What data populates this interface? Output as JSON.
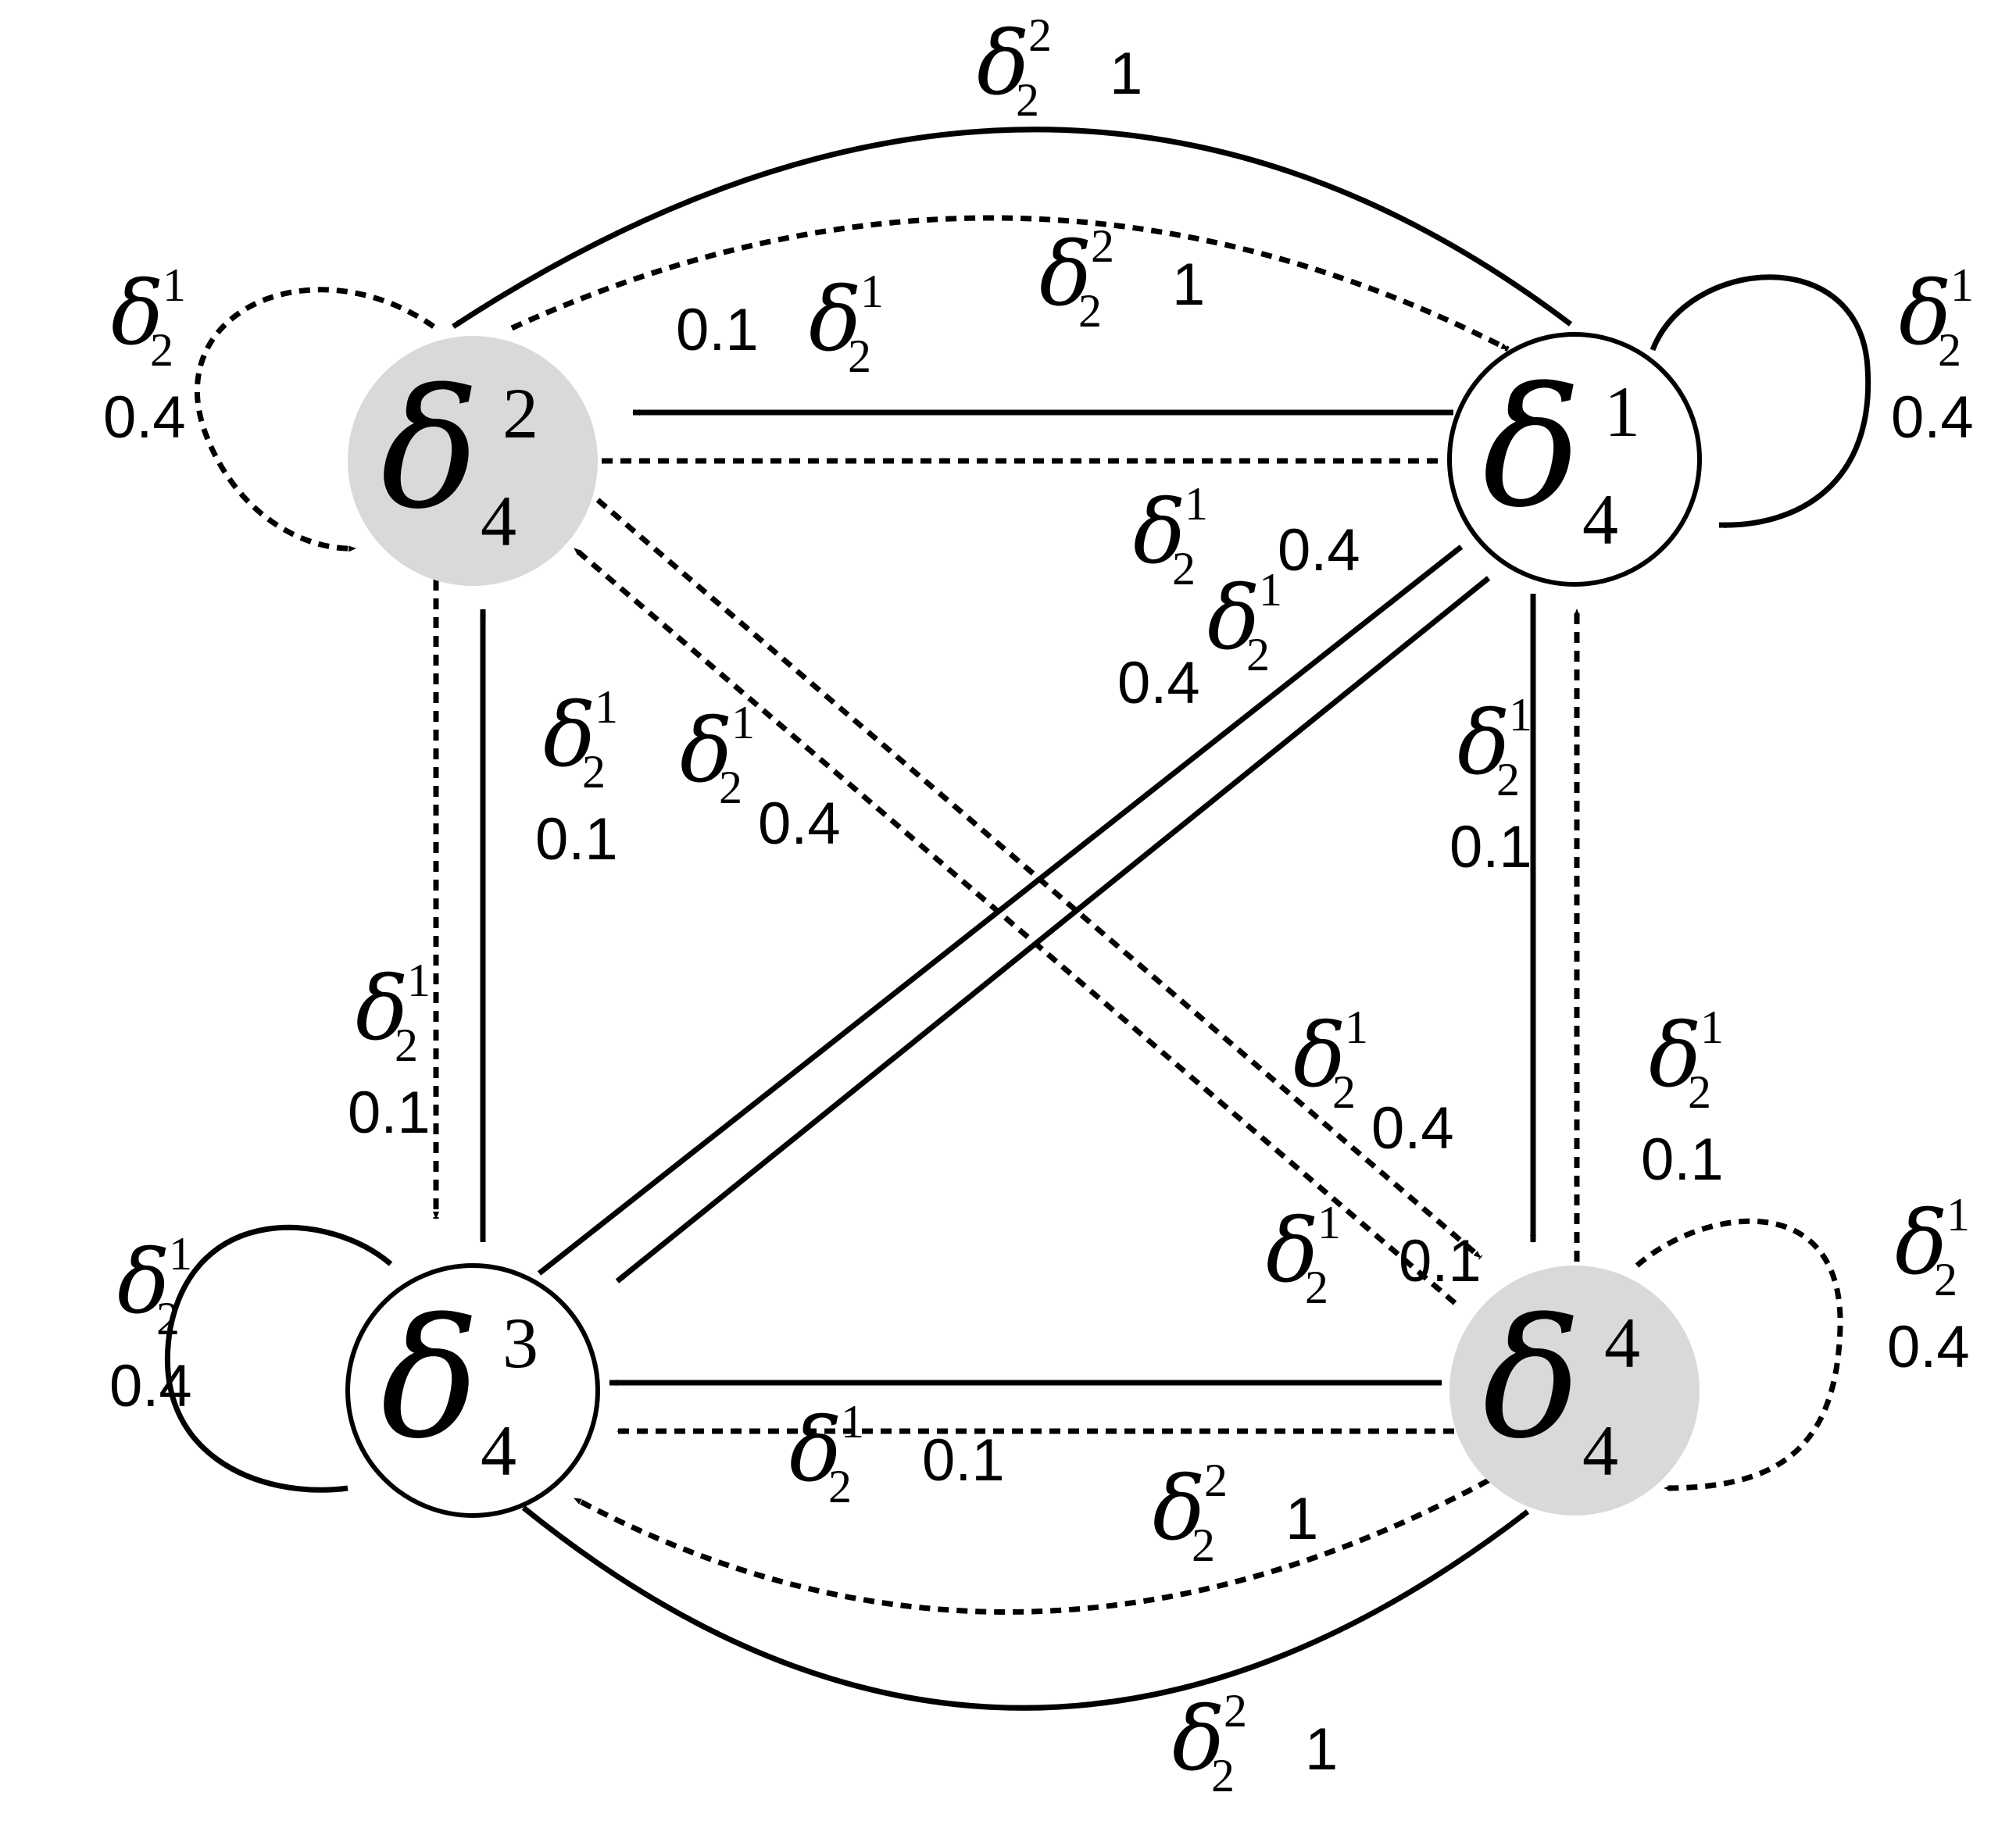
{
  "symbol": "δ",
  "nodes": [
    {
      "id": "s1",
      "sup": "1",
      "sub": "4",
      "fill": "#ffffff"
    },
    {
      "id": "s2",
      "sup": "2",
      "sub": "4",
      "fill": "#d9d9d9"
    },
    {
      "id": "s3",
      "sup": "3",
      "sub": "4",
      "fill": "#ffffff"
    },
    {
      "id": "s4",
      "sup": "4",
      "sub": "4",
      "fill": "#d9d9d9"
    }
  ],
  "transitions": [
    {
      "from": "s1",
      "to": "s2",
      "action_sup": "2",
      "action_sub": "2",
      "prob": "1",
      "style": "solid"
    },
    {
      "from": "s2",
      "to": "s1",
      "action_sup": "2",
      "action_sub": "2",
      "prob": "1",
      "style": "dashed"
    },
    {
      "from": "s1",
      "to": "s2",
      "action_sup": "1",
      "action_sub": "2",
      "prob": "0.1",
      "style": "solid"
    },
    {
      "from": "s2",
      "to": "s1",
      "action_sup": "1",
      "action_sub": "2",
      "prob": "0.1",
      "style": "dashed"
    },
    {
      "from": "s2",
      "to": "s2",
      "action_sup": "1",
      "action_sub": "2",
      "prob": "0.4",
      "style": "dashed"
    },
    {
      "from": "s1",
      "to": "s1",
      "action_sup": "1",
      "action_sub": "2",
      "prob": "0.4",
      "style": "solid"
    },
    {
      "from": "s3",
      "to": "s2",
      "action_sup": "1",
      "action_sub": "2",
      "prob": "0.1",
      "style": "solid"
    },
    {
      "from": "s2",
      "to": "s3",
      "action_sup": "1",
      "action_sub": "2",
      "prob": "0.1",
      "style": "dashed"
    },
    {
      "from": "s4",
      "to": "s2",
      "action_sup": "1",
      "action_sub": "2",
      "prob": "0.4",
      "style": "dashed"
    },
    {
      "from": "s2",
      "to": "s4",
      "action_sup": "1",
      "action_sub": "2",
      "prob": "0.4",
      "style": "dashed"
    },
    {
      "from": "s3",
      "to": "s1",
      "action_sup": "1",
      "action_sub": "2",
      "prob": "0.4",
      "style": "solid"
    },
    {
      "from": "s1",
      "to": "s3",
      "action_sup": "1",
      "action_sub": "2",
      "prob": "0.4",
      "style": "solid"
    },
    {
      "from": "s1",
      "to": "s4",
      "action_sup": "1",
      "action_sub": "2",
      "prob": "0.1",
      "style": "solid"
    },
    {
      "from": "s4",
      "to": "s1",
      "action_sup": "1",
      "action_sub": "2",
      "prob": "0.1",
      "style": "dashed"
    },
    {
      "from": "s3",
      "to": "s3",
      "action_sup": "1",
      "action_sub": "2",
      "prob": "0.4",
      "style": "solid"
    },
    {
      "from": "s4",
      "to": "s4",
      "action_sup": "1",
      "action_sub": "2",
      "prob": "0.4",
      "style": "dashed"
    },
    {
      "from": "s3",
      "to": "s4",
      "action_sup": "1",
      "action_sub": "2",
      "prob": "0.1",
      "style": "solid"
    },
    {
      "from": "s4",
      "to": "s3",
      "action_sup": "1",
      "action_sub": "2",
      "prob": "0.1",
      "style": "dashed"
    },
    {
      "from": "s4",
      "to": "s3",
      "action_sup": "2",
      "action_sub": "2",
      "prob": "1",
      "style": "dashed"
    },
    {
      "from": "s3",
      "to": "s4",
      "action_sup": "2",
      "action_sub": "2",
      "prob": "1",
      "style": "solid"
    }
  ]
}
